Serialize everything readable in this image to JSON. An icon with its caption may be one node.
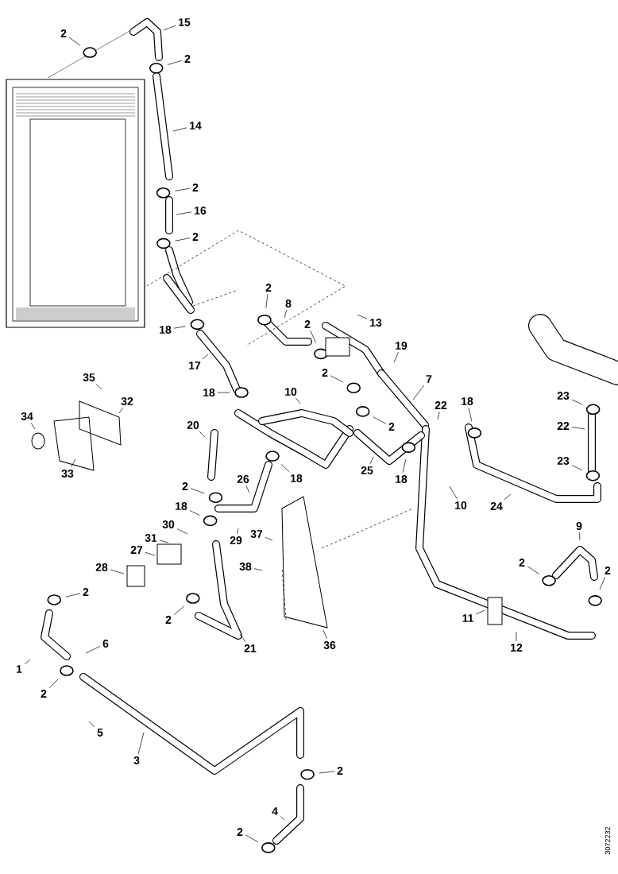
{
  "diagram": {
    "nodes": [
      {
        "text": [
          "2"
        ]
      },
      {
        "text": [
          "15"
        ]
      },
      {
        "text": [
          "2"
        ]
      },
      {
        "text": [
          "14"
        ]
      },
      {
        "text": [
          "2"
        ]
      },
      {
        "text": [
          "16"
        ]
      },
      {
        "text": [
          "2"
        ]
      },
      {
        "text": [
          "18"
        ]
      },
      {
        "text": [
          "17"
        ]
      },
      {
        "text": [
          "2"
        ]
      },
      {
        "text": [
          "8"
        ]
      },
      {
        "text": [
          "2"
        ]
      },
      {
        "text": [
          "13"
        ]
      },
      {
        "text": [
          "19"
        ]
      },
      {
        "text": [
          "7"
        ]
      },
      {
        "text": [
          "2"
        ]
      },
      {
        "text": [
          "2"
        ]
      },
      {
        "text": [
          "10"
        ]
      },
      {
        "text": [
          "22"
        ]
      },
      {
        "text": [
          "18"
        ]
      },
      {
        "text": [
          "23"
        ]
      },
      {
        "text": [
          "22"
        ]
      },
      {
        "text": [
          "23"
        ]
      },
      {
        "text": [
          "24"
        ]
      },
      {
        "text": [
          "25"
        ]
      },
      {
        "text": [
          "18"
        ]
      },
      {
        "text": [
          "10"
        ]
      },
      {
        "text": [
          "18"
        ]
      },
      {
        "text": [
          "20"
        ]
      },
      {
        "text": [
          "26"
        ]
      },
      {
        "text": [
          "18"
        ]
      },
      {
        "text": [
          "2"
        ]
      },
      {
        "text": [
          "18"
        ]
      },
      {
        "text": [
          "30"
        ]
      },
      {
        "text": [
          "31"
        ]
      },
      {
        "text": [
          "29"
        ]
      },
      {
        "text": [
          "37"
        ]
      },
      {
        "text": [
          "27"
        ]
      },
      {
        "text": [
          "28"
        ]
      },
      {
        "text": [
          "38"
        ]
      },
      {
        "text": [
          "2"
        ]
      },
      {
        "text": [
          "21"
        ]
      },
      {
        "text": [
          "36"
        ]
      },
      {
        "text": [
          "35"
        ]
      },
      {
        "text": [
          "32"
        ]
      },
      {
        "text": [
          "34"
        ]
      },
      {
        "text": [
          "33"
        ]
      },
      {
        "text": [
          "2"
        ]
      },
      {
        "text": [
          "1"
        ]
      },
      {
        "text": [
          "6"
        ]
      },
      {
        "text": [
          "2"
        ]
      },
      {
        "text": [
          "5"
        ]
      },
      {
        "text": [
          "3"
        ]
      },
      {
        "text": [
          "2"
        ]
      },
      {
        "text": [
          "4"
        ]
      },
      {
        "text": [
          "2"
        ]
      },
      {
        "text": [
          "9"
        ]
      },
      {
        "text": [
          "2"
        ]
      },
      {
        "text": [
          "2"
        ]
      },
      {
        "text": [
          "11"
        ]
      },
      {
        "text": [
          "12"
        ]
      }
    ],
    "edges": [
      {
        "from": 0,
        "to": null,
        "arrow": "none"
      },
      {
        "from": 1,
        "to": null,
        "arrow": "none"
      },
      {
        "from": 2,
        "to": null,
        "arrow": "none"
      },
      {
        "from": 3,
        "to": null,
        "arrow": "none"
      },
      {
        "from": 4,
        "to": null,
        "arrow": "none"
      },
      {
        "from": 5,
        "to": null,
        "arrow": "none"
      },
      {
        "from": 6,
        "to": null,
        "arrow": "none"
      },
      {
        "from": 7,
        "to": null,
        "arrow": "none"
      },
      {
        "from": 8,
        "to": null,
        "arrow": "none"
      },
      {
        "from": 9,
        "to": null,
        "arrow": "none"
      },
      {
        "from": 10,
        "to": null,
        "arrow": "none"
      },
      {
        "from": 11,
        "to": null,
        "arrow": "none"
      },
      {
        "from": 12,
        "to": null,
        "arrow": "none"
      },
      {
        "from": 13,
        "to": null,
        "arrow": "none"
      },
      {
        "from": 14,
        "to": null,
        "arrow": "none"
      },
      {
        "from": 15,
        "to": null,
        "arrow": "none"
      },
      {
        "from": 16,
        "to": null,
        "arrow": "none"
      },
      {
        "from": 17,
        "to": null,
        "arrow": "none"
      },
      {
        "from": 18,
        "to": null,
        "arrow": "none"
      },
      {
        "from": 19,
        "to": null,
        "arrow": "none"
      },
      {
        "from": 20,
        "to": null,
        "arrow": "none"
      },
      {
        "from": 21,
        "to": null,
        "arrow": "none"
      },
      {
        "from": 22,
        "to": null,
        "arrow": "none"
      },
      {
        "from": 23,
        "to": null,
        "arrow": "none"
      },
      {
        "from": 24,
        "to": null,
        "arrow": "none"
      },
      {
        "from": 25,
        "to": null,
        "arrow": "none"
      },
      {
        "from": 26,
        "to": null,
        "arrow": "none"
      },
      {
        "from": 27,
        "to": null,
        "arrow": "none"
      },
      {
        "from": 28,
        "to": null,
        "arrow": "none"
      },
      {
        "from": 29,
        "to": null,
        "arrow": "none"
      },
      {
        "from": 30,
        "to": null,
        "arrow": "none"
      },
      {
        "from": 31,
        "to": null,
        "arrow": "none"
      },
      {
        "from": 32,
        "to": null,
        "arrow": "none"
      },
      {
        "from": 33,
        "to": null,
        "arrow": "none"
      },
      {
        "from": 34,
        "to": null,
        "arrow": "none"
      },
      {
        "from": 35,
        "to": null,
        "arrow": "none"
      },
      {
        "from": 36,
        "to": null,
        "arrow": "none"
      },
      {
        "from": 37,
        "to": null,
        "arrow": "none"
      },
      {
        "from": 38,
        "to": null,
        "arrow": "none"
      },
      {
        "from": 39,
        "to": null,
        "arrow": "none"
      },
      {
        "from": 40,
        "to": null,
        "arrow": "none"
      },
      {
        "from": 41,
        "to": null,
        "arrow": "none"
      },
      {
        "from": 42,
        "to": null,
        "arrow": "none"
      },
      {
        "from": 43,
        "to": null,
        "arrow": "none"
      },
      {
        "from": 44,
        "to": null,
        "arrow": "none"
      },
      {
        "from": 45,
        "to": null,
        "arrow": "none"
      },
      {
        "from": 46,
        "to": null,
        "arrow": "none"
      },
      {
        "from": 47,
        "to": null,
        "arrow": "none"
      },
      {
        "from": 48,
        "to": null,
        "arrow": "none"
      },
      {
        "from": 49,
        "to": null,
        "arrow": "none"
      },
      {
        "from": 50,
        "to": null,
        "arrow": "none"
      },
      {
        "from": 51,
        "to": null,
        "arrow": "none"
      },
      {
        "from": 52,
        "to": null,
        "arrow": "none"
      },
      {
        "from": 53,
        "to": null,
        "arrow": "none"
      },
      {
        "from": 54,
        "to": null,
        "arrow": "none"
      },
      {
        "from": 55,
        "to": null,
        "arrow": "none"
      },
      {
        "from": 56,
        "to": null,
        "arrow": "none"
      },
      {
        "from": 57,
        "to": null,
        "arrow": "none"
      },
      {
        "from": 58,
        "to": null,
        "arrow": "none"
      },
      {
        "from": 59,
        "to": null,
        "arrow": "none"
      },
      {
        "from": 60,
        "to": null,
        "arrow": "none"
      }
    ],
    "labels": [
      "3072232"
    ]
  }
}
